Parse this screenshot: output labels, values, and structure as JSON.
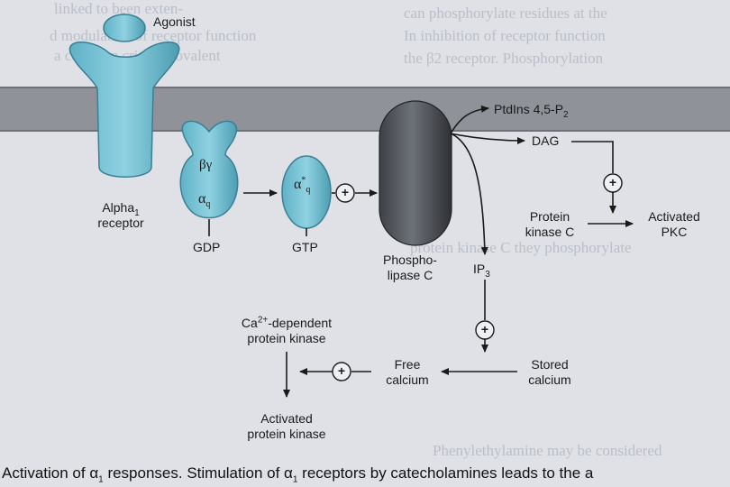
{
  "diagram": {
    "labels": {
      "agonist": "Agonist",
      "alpha1_receptor_line1": "Alpha",
      "alpha1_receptor_sub": "1",
      "alpha1_receptor_line2": "receptor",
      "beta_gamma": "βγ",
      "alpha_q": "α",
      "alpha_q_sub": "q",
      "alpha_star_q": "α",
      "alpha_star_sup": "*",
      "alpha_star_sub": "q",
      "gdp": "GDP",
      "gtp": "GTP",
      "phospholipase_c_line1": "Phospho-",
      "phospholipase_c_line2": "lipase C",
      "ptdins": "PtdIns 4,5-P",
      "ptdins_sub": "2",
      "dag": "DAG",
      "ip3": "IP",
      "ip3_sub": "3",
      "protein_kinase_c_line1": "Protein",
      "protein_kinase_c_line2": "kinase C",
      "activated_pkc_line1": "Activated",
      "activated_pkc_line2": "PKC",
      "ca_kinase_line1_pre": "Ca",
      "ca_kinase_sup": "2+",
      "ca_kinase_line1_post": "-dependent",
      "ca_kinase_line2": "protein kinase",
      "free_calcium_line1": "Free",
      "free_calcium_line2": "calcium",
      "stored_calcium_line1": "Stored",
      "stored_calcium_line2": "calcium",
      "activated_pk_line1": "Activated",
      "activated_pk_line2": "protein kinase",
      "plus": "+"
    },
    "colors": {
      "membrane": "#8f9299",
      "protein_fill": "#7cc6d8",
      "protein_stroke": "#3a7f93",
      "plc_fill": "#555960",
      "arrow": "#1a1a1a",
      "background": "#dfe1e6"
    }
  },
  "caption": {
    "pre1": "Activation of α",
    "sub1": "1",
    "mid": " responses. Stimulation of α",
    "sub2": "1",
    "post": " receptors by catecholamines leads to the a"
  },
  "bleed_through": {
    "lines": [
      "linked to been exten-",
      "d modulation of receptor function",
      "a common critical covalent",
      "can phosphorylate residues at the",
      "In inhibition of receptor function",
      "the β2 receptor. Phosphorylation",
      "protein kinase C they phosphorylate",
      "Phenylethylamine may be considered"
    ]
  }
}
